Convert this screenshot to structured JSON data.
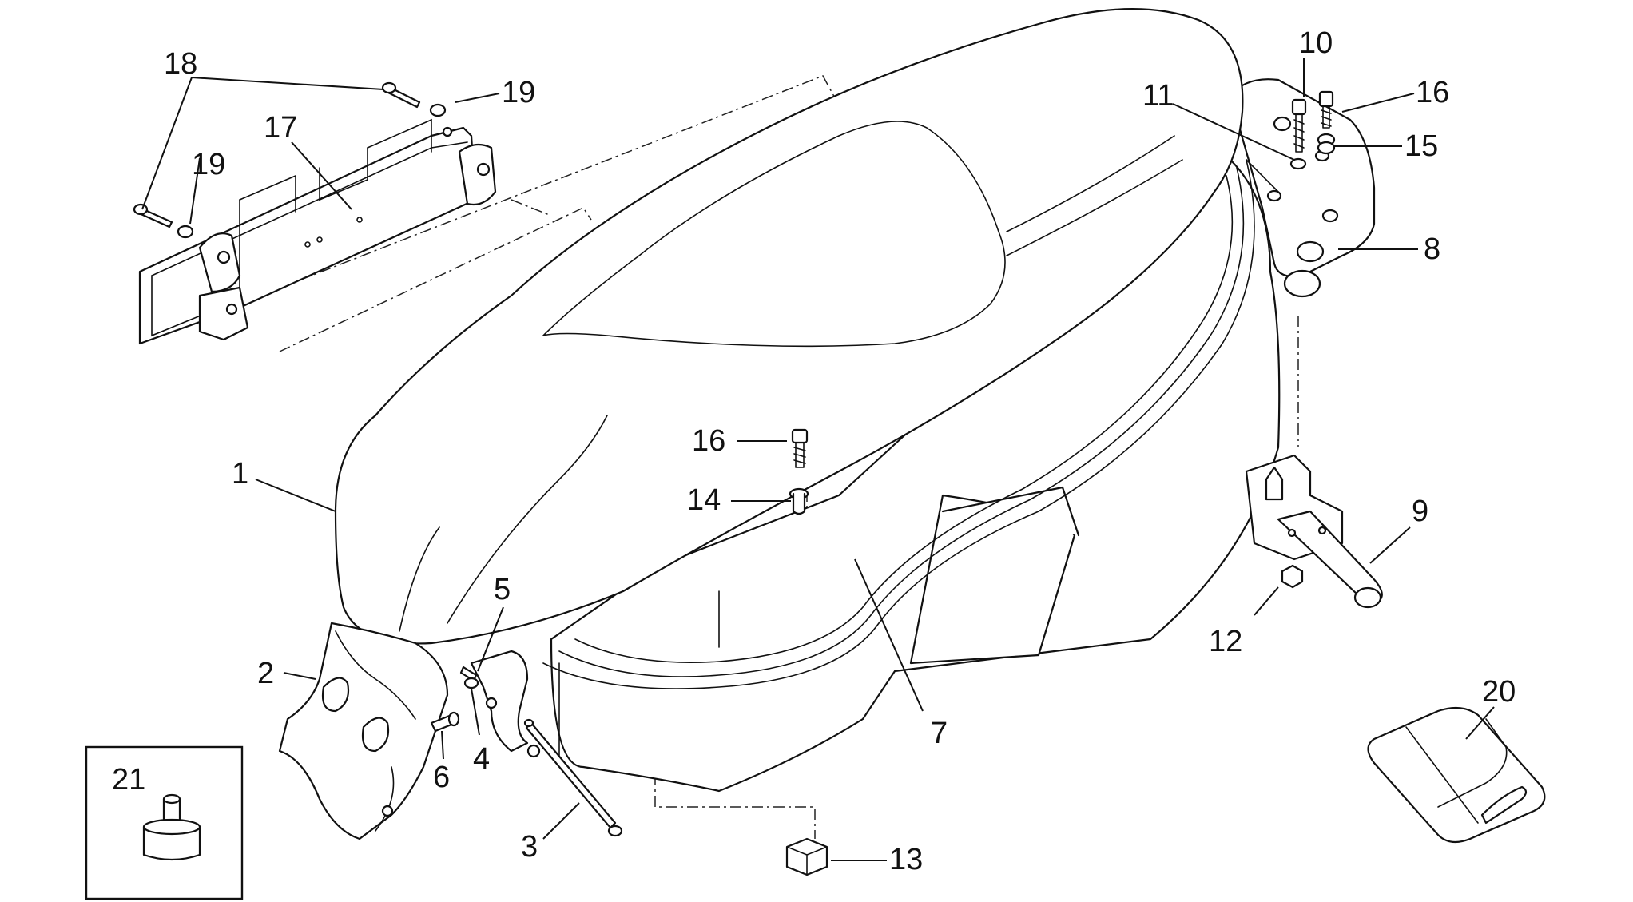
{
  "labels": {
    "1": "1",
    "2": "2",
    "3": "3",
    "4": "4",
    "5": "5",
    "6": "6",
    "7": "7",
    "8": "8",
    "9": "9",
    "10": "10",
    "11": "11",
    "12": "12",
    "13": "13",
    "14": "14",
    "15": "15",
    "16": "16",
    "16b": "16",
    "17": "17",
    "18": "18",
    "19": "19",
    "19b": "19",
    "20": "20",
    "21": "21"
  }
}
